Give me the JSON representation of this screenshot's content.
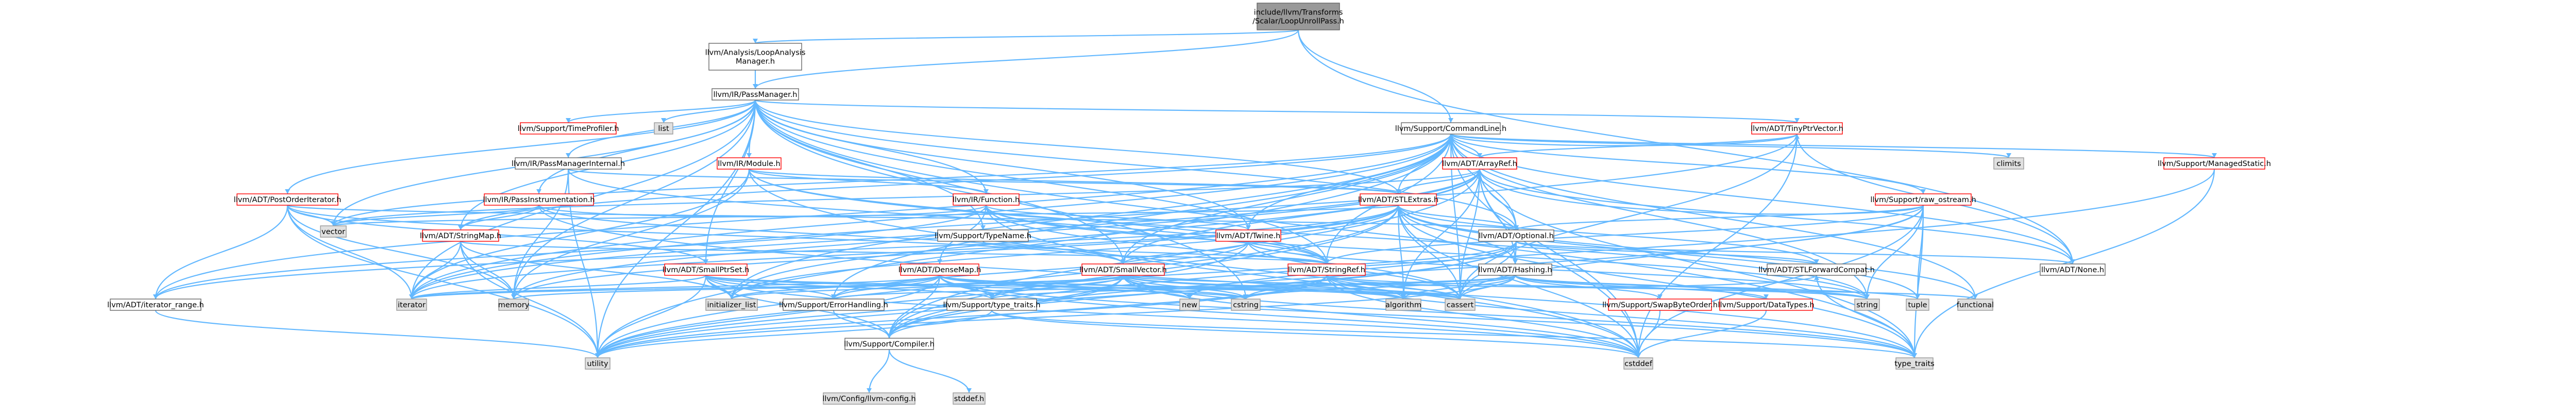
{
  "page": {
    "title": "include/llvm/Transforms/Scalar/LoopUnrollPass.h"
  },
  "colors": {
    "edge": "#63b8ff",
    "root_fill": "#999999",
    "node_fill": "#ffffff",
    "ext_fill": "#e0e0e0",
    "red_border": "#ff0000",
    "gray_border": "#999999"
  },
  "nodes": [
    {
      "id": "root",
      "lines": [
        "include/llvm/Transforms",
        "/Scalar/LoopUnrollPass.h"
      ],
      "style": "root"
    },
    {
      "id": "lam",
      "lines": [
        "llvm/Analysis/LoopAnalysis",
        "Manager.h"
      ],
      "style": "normal"
    },
    {
      "id": "pm",
      "lines": [
        "llvm/IR/PassManager.h"
      ],
      "style": "normal"
    },
    {
      "id": "cl",
      "lines": [
        "llvm/Support/CommandLine.h"
      ],
      "style": "normal"
    },
    {
      "id": "tp",
      "lines": [
        "llvm/Support/TimeProfiler.h"
      ],
      "style": "red"
    },
    {
      "id": "list",
      "lines": [
        "list"
      ],
      "style": "ext"
    },
    {
      "id": "tpv",
      "lines": [
        "llvm/ADT/TinyPtrVector.h"
      ],
      "style": "red"
    },
    {
      "id": "climits",
      "lines": [
        "climits"
      ],
      "style": "ext"
    },
    {
      "id": "mstat",
      "lines": [
        "llvm/Support/ManagedStatic.h"
      ],
      "style": "red"
    },
    {
      "id": "pmi",
      "lines": [
        "llvm/IR/PassManagerInternal.h"
      ],
      "style": "normal"
    },
    {
      "id": "mod",
      "lines": [
        "llvm/IR/Module.h"
      ],
      "style": "red"
    },
    {
      "id": "aref",
      "lines": [
        "llvm/ADT/ArrayRef.h"
      ],
      "style": "red"
    },
    {
      "id": "rawos",
      "lines": [
        "llvm/Support/raw_ostream.h"
      ],
      "style": "red"
    },
    {
      "id": "poi",
      "lines": [
        "llvm/ADT/PostOrderIterator.h"
      ],
      "style": "red"
    },
    {
      "id": "pinst",
      "lines": [
        "llvm/IR/PassInstrumentation.h"
      ],
      "style": "red"
    },
    {
      "id": "func",
      "lines": [
        "llvm/IR/Function.h"
      ],
      "style": "red"
    },
    {
      "id": "stlx",
      "lines": [
        "llvm/ADT/STLExtras.h"
      ],
      "style": "red"
    },
    {
      "id": "vector",
      "lines": [
        "vector"
      ],
      "style": "ext"
    },
    {
      "id": "smap",
      "lines": [
        "llvm/ADT/StringMap.h"
      ],
      "style": "red"
    },
    {
      "id": "tname",
      "lines": [
        "llvm/Support/TypeName.h"
      ],
      "style": "normal"
    },
    {
      "id": "opt",
      "lines": [
        "llvm/ADT/Optional.h"
      ],
      "style": "normal"
    },
    {
      "id": "twine",
      "lines": [
        "llvm/ADT/Twine.h"
      ],
      "style": "red"
    },
    {
      "id": "sps",
      "lines": [
        "llvm/ADT/SmallPtrSet.h"
      ],
      "style": "red"
    },
    {
      "id": "dmap",
      "lines": [
        "llvm/ADT/DenseMap.h"
      ],
      "style": "red"
    },
    {
      "id": "svec",
      "lines": [
        "llvm/ADT/SmallVector.h"
      ],
      "style": "red"
    },
    {
      "id": "sref",
      "lines": [
        "llvm/ADT/StringRef.h"
      ],
      "style": "red"
    },
    {
      "id": "hash",
      "lines": [
        "llvm/ADT/Hashing.h"
      ],
      "style": "normal"
    },
    {
      "id": "stlfc",
      "lines": [
        "llvm/ADT/STLForwardCompat.h"
      ],
      "style": "normal"
    },
    {
      "id": "none",
      "lines": [
        "llvm/ADT/None.h"
      ],
      "style": "normal"
    },
    {
      "id": "irange",
      "lines": [
        "llvm/ADT/iterator_range.h"
      ],
      "style": "normal"
    },
    {
      "id": "iter",
      "lines": [
        "iterator"
      ],
      "style": "ext"
    },
    {
      "id": "mem",
      "lines": [
        "memory"
      ],
      "style": "ext"
    },
    {
      "id": "ilist",
      "lines": [
        "initializer_list"
      ],
      "style": "ext"
    },
    {
      "id": "eh",
      "lines": [
        "llvm/Support/ErrorHandling.h"
      ],
      "style": "normal"
    },
    {
      "id": "tt",
      "lines": [
        "llvm/Support/type_traits.h"
      ],
      "style": "normal"
    },
    {
      "id": "new",
      "lines": [
        "new"
      ],
      "style": "ext"
    },
    {
      "id": "cstring",
      "lines": [
        "cstring"
      ],
      "style": "ext"
    },
    {
      "id": "algo",
      "lines": [
        "algorithm"
      ],
      "style": "ext"
    },
    {
      "id": "cassert",
      "lines": [
        "cassert"
      ],
      "style": "ext"
    },
    {
      "id": "sbo",
      "lines": [
        "llvm/Support/SwapByteOrder.h"
      ],
      "style": "red"
    },
    {
      "id": "ctypes",
      "lines": [
        "llvm/Support/DataTypes.h"
      ],
      "style": "red"
    },
    {
      "id": "string",
      "lines": [
        "string"
      ],
      "style": "ext"
    },
    {
      "id": "tuple",
      "lines": [
        "tuple"
      ],
      "style": "ext"
    },
    {
      "id": "functional",
      "lines": [
        "functional"
      ],
      "style": "ext"
    },
    {
      "id": "comp",
      "lines": [
        "llvm/Support/Compiler.h"
      ],
      "style": "normal"
    },
    {
      "id": "utility",
      "lines": [
        "utility"
      ],
      "style": "ext"
    },
    {
      "id": "cstddef",
      "lines": [
        "cstddef"
      ],
      "style": "ext"
    },
    {
      "id": "ttraits",
      "lines": [
        "type_traits"
      ],
      "style": "ext"
    },
    {
      "id": "config",
      "lines": [
        "llvm/Config/llvm-config.h"
      ],
      "style": "ext"
    },
    {
      "id": "stddef",
      "lines": [
        "stddef.h"
      ],
      "style": "ext"
    }
  ]
}
